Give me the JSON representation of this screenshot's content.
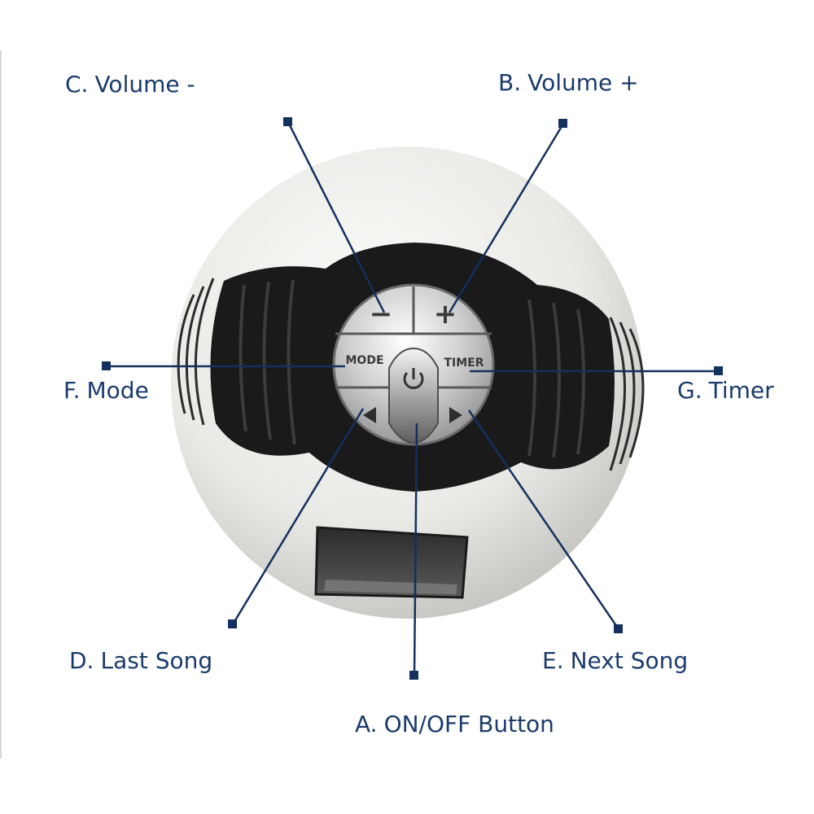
{
  "labels": {
    "on_off": {
      "letter": "A.",
      "text": "ON/OFF Button"
    },
    "volume_up": {
      "letter": "B.",
      "text": "Volume +"
    },
    "volume_down": {
      "letter": "C.",
      "text": "Volume -"
    },
    "last_song": {
      "letter": "D.",
      "text": "Last Song"
    },
    "next_song": {
      "letter": "E.",
      "text": "Next Song"
    },
    "mode": {
      "letter": "F.",
      "text": "Mode"
    },
    "timer": {
      "letter": "G.",
      "text": "Timer"
    }
  },
  "device": {
    "mode_button": "MODE",
    "timer_button": "TIMER",
    "plus_symbol": "+",
    "minus_symbol": "−"
  },
  "icons": [
    "power-icon",
    "prev-triangle-icon",
    "next-triangle-icon"
  ],
  "colors": {
    "label_text": "#1b3b6b",
    "leader_line": "#14305e",
    "speaker_body": "#ececea",
    "speaker_band": "#1a1a1a",
    "button_chrome": "#c9c9c9"
  }
}
